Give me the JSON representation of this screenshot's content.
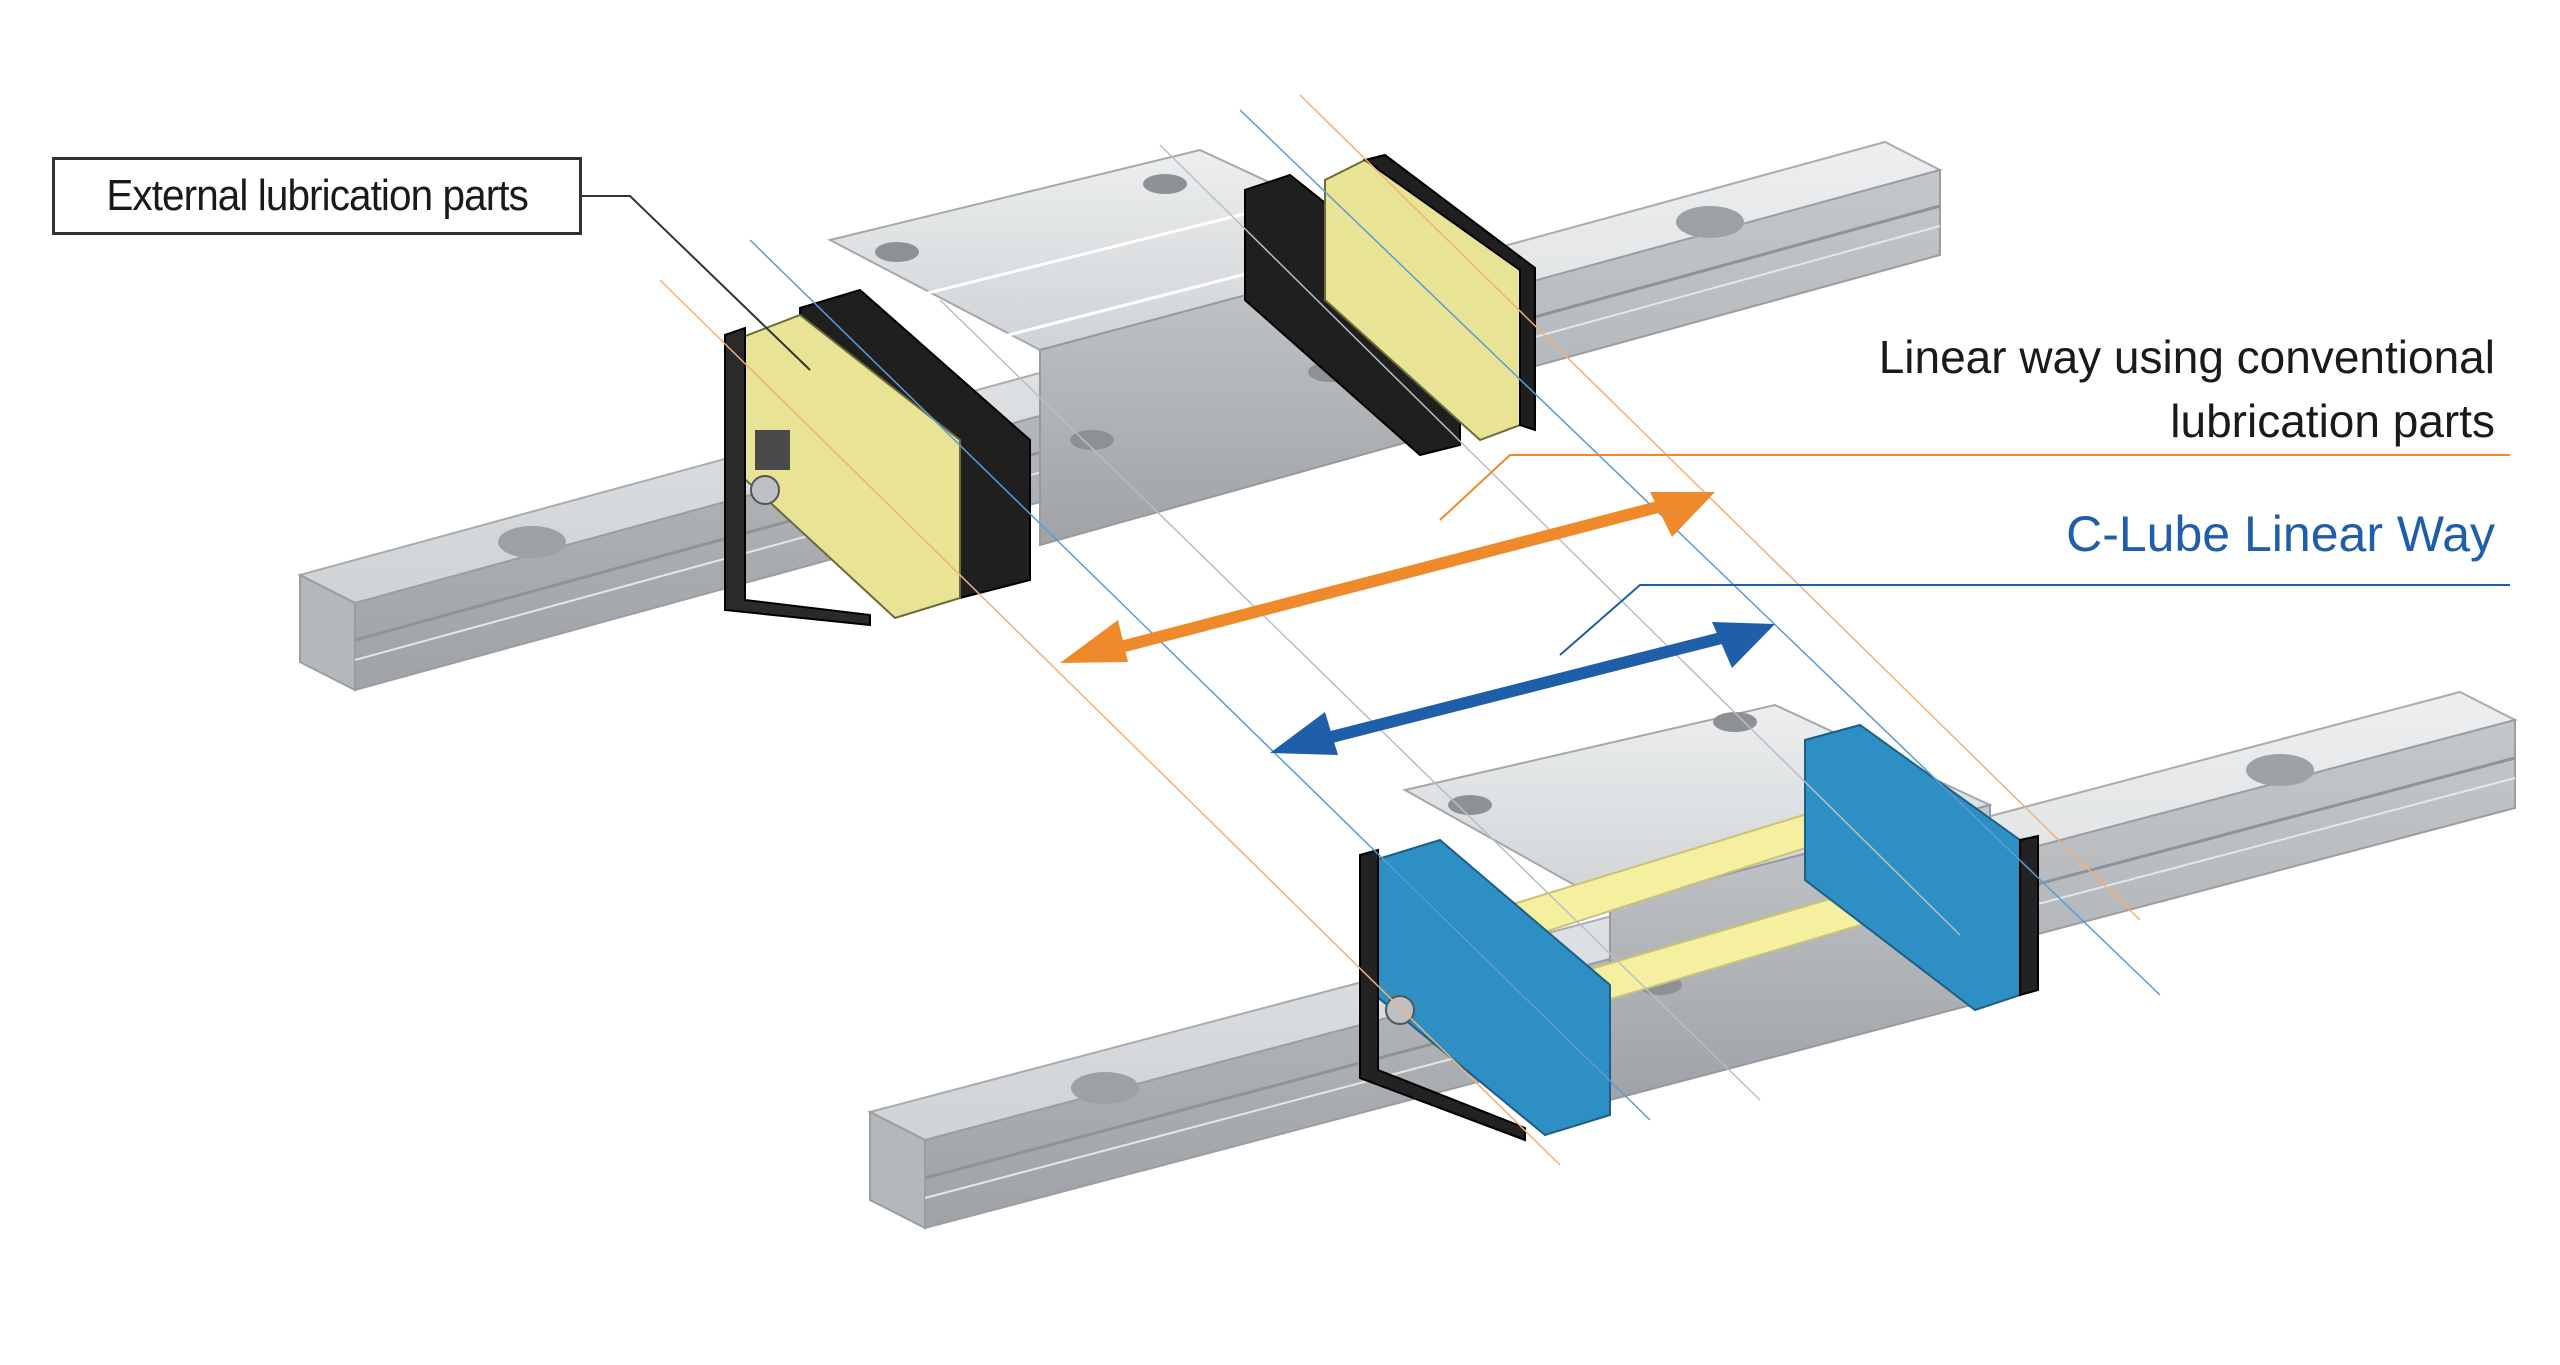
{
  "labels": {
    "external_parts": "External lubrication parts",
    "conventional_line1": "Linear way using conventional",
    "conventional_line2": "lubrication parts",
    "clube": "C-Lube Linear Way"
  },
  "colors": {
    "conventional_arrow": "#ef8a2c",
    "clube_arrow": "#1f5ea8",
    "clube_seal": "#2e8fc4",
    "lube_part": "#f4f1a8",
    "end_seal": "#222222",
    "steel": "#d6d8da"
  }
}
